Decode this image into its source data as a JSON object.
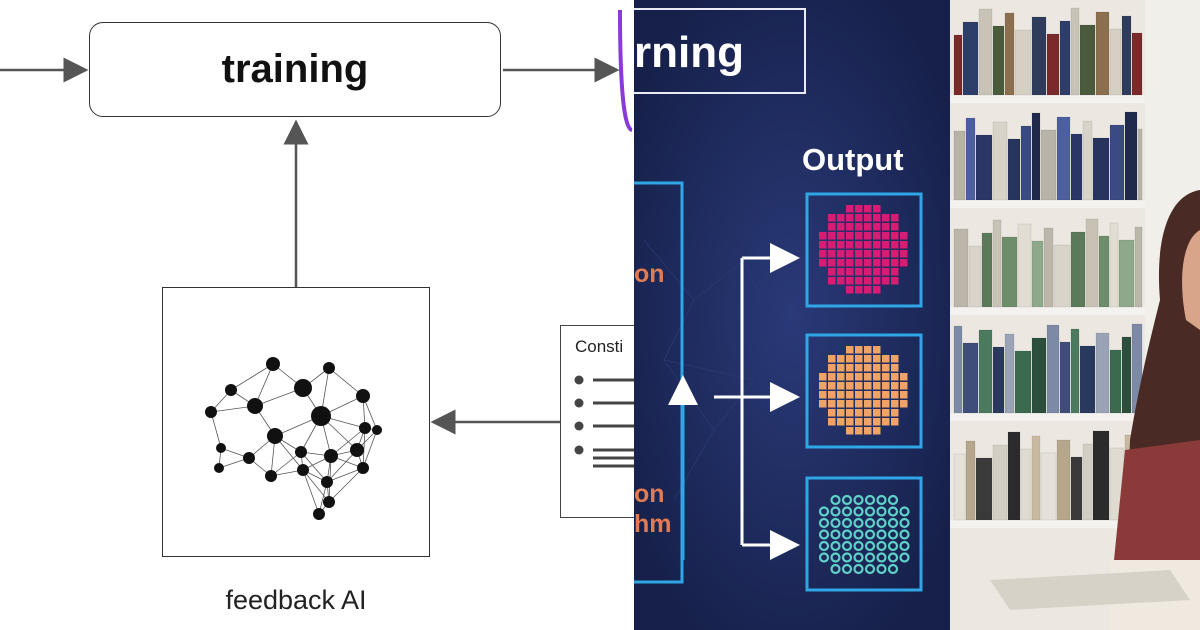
{
  "panel_left": {
    "training_label": "training",
    "feedback_label": "feedback AI",
    "doc_title": "Consti"
  },
  "panel_middle": {
    "title_fragment": "rning",
    "output_label": "Output",
    "side_words": [
      "on",
      "on",
      "hm"
    ],
    "colors": {
      "background": "#16204a",
      "accent": "#2fa6e6",
      "pink": "#d81b73",
      "orange": "#f0a366",
      "teal": "#5fd1c9"
    }
  },
  "panel_right": {
    "scene": "library bookshelves with a person studying"
  }
}
